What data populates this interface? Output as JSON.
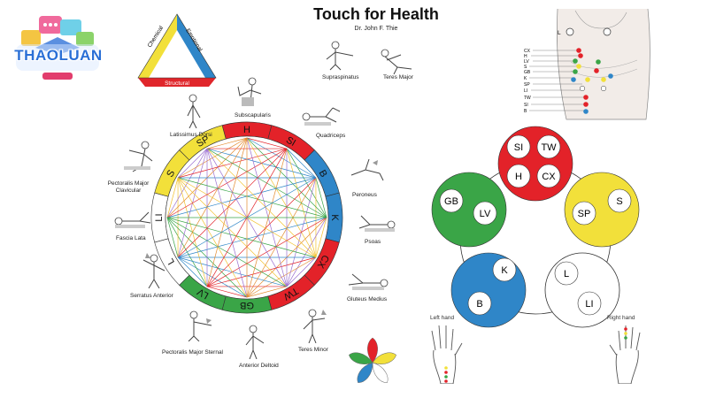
{
  "header": {
    "title": "Touch for Health",
    "author": "Dr. John F. Thie"
  },
  "logo": {
    "text": "THAOLUAN"
  },
  "triangle": {
    "labels": {
      "left": "Chemical",
      "right": "Emotional",
      "bottom": "Structural"
    },
    "colors": {
      "left": "#f2e03a",
      "right": "#2f86c8",
      "bottom": "#e0262b"
    }
  },
  "wheel": {
    "segments": [
      {
        "label": "H",
        "color": "#e32229"
      },
      {
        "label": "SI",
        "color": "#e32229"
      },
      {
        "label": "B",
        "color": "#2f86c8"
      },
      {
        "label": "K",
        "color": "#2f86c8"
      },
      {
        "label": "CX",
        "color": "#e32229"
      },
      {
        "label": "TW",
        "color": "#e32229"
      },
      {
        "label": "GB",
        "color": "#3aa547"
      },
      {
        "label": "LV",
        "color": "#3aa547"
      },
      {
        "label": "L",
        "color": "#ffffff"
      },
      {
        "label": "LI",
        "color": "#ffffff"
      },
      {
        "label": "S",
        "color": "#f2e03a"
      },
      {
        "label": "SP",
        "color": "#f2e03a"
      }
    ],
    "line_colors": [
      "#e32229",
      "#2f86c8",
      "#3aa547",
      "#f2c12e",
      "#9b6fd0",
      "#e38a2e"
    ]
  },
  "muscles": {
    "supraspinatus": "Supraspinatus",
    "teres_major": "Teres Major",
    "subscapularis": "Subscapularis",
    "quadriceps": "Quadriceps",
    "latissimus_dorsi": "Latissimus Dorsi",
    "pectoralis_major_clavicular": "Pectoralis Major Clavicular",
    "peroneus": "Peroneus",
    "psoas": "Psoas",
    "fascia_lata": "Fascia Lata",
    "gluteus_medius": "Gluteus Medius",
    "serratus_anterior": "Serratus Anterior",
    "pectoralis_major_sternal": "Pectoralis Major Sternal",
    "anterior_deltoid": "Anterior Deltoid",
    "teres_minor": "Teres Minor"
  },
  "chest_chart": {
    "labels": [
      "CX",
      "H",
      "LV",
      "S",
      "GB",
      "K",
      "SP",
      "LI",
      "TW",
      "SI",
      "B"
    ],
    "point_label": "L"
  },
  "element_circles": {
    "fire": {
      "color": "#e32229",
      "labels": [
        "SI",
        "TW",
        "H",
        "CX"
      ]
    },
    "earth": {
      "color": "#f2e03a",
      "labels": [
        "SP",
        "S"
      ]
    },
    "metal": {
      "color": "#ffffff",
      "labels": [
        "L",
        "LI"
      ]
    },
    "water": {
      "color": "#2f86c8",
      "labels": [
        "K",
        "B"
      ]
    },
    "wood": {
      "color": "#3aa547",
      "labels": [
        "GB",
        "LV"
      ]
    }
  },
  "hands": {
    "left": "Left hand",
    "right": "Right hand"
  },
  "petal_colors": [
    "#e32229",
    "#f2e03a",
    "#ffffff",
    "#2f86c8",
    "#3aa547"
  ]
}
